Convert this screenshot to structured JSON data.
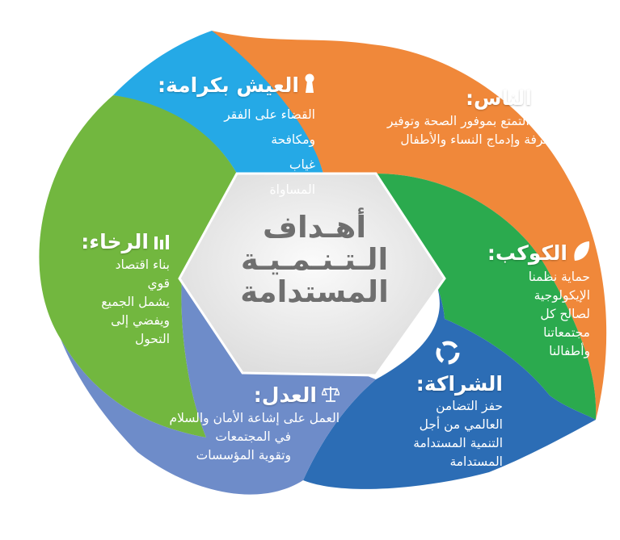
{
  "colors": {
    "people": "#F0883A",
    "planet": "#2BAA4E",
    "partnership": "#2C6DB5",
    "justice": "#6E8CC9",
    "prosperity": "#72B73F",
    "dignity": "#25A9E6",
    "center": "#e9e9e9"
  },
  "center_title": [
    "أهـداف",
    "الـتـنـمـيـة",
    "المستدامة"
  ],
  "segments": {
    "people": {
      "title": "الناس:",
      "icon": "people-icon",
      "lines": [
        "ضمان التمتع بموفور الصحة وتوفير",
        "المعرفة وإدماج النساء والأطفال"
      ]
    },
    "planet": {
      "title": "الكوكب:",
      "icon": "leaf-icon",
      "lines": [
        "حماية نظمنا",
        "الإيكولوجية",
        "لصالح كل",
        "مجتمعاتنا",
        "وأطفالنا"
      ]
    },
    "partnership": {
      "title": "الشراكة:",
      "icon": "recycle-icon",
      "lines": [
        "حفز التضامن",
        "العالمي من أجل",
        "التنمية المستدامة",
        "المستدامة"
      ]
    },
    "justice": {
      "title": "العدل:",
      "icon": "scales-icon",
      "lines": [
        "العمل على إشاعة الأمان والسلام",
        "في المجتمعات",
        "وتقوية المؤسسات"
      ]
    },
    "prosperity": {
      "title": "الرخاء:",
      "icon": "bar-chart-icon",
      "lines": [
        "بناء اقتصاد",
        "قوي",
        "يشمل الجميع",
        "ويفضي إلى",
        "التحول"
      ]
    },
    "dignity": {
      "title": "العيش بكرامة:",
      "icon": "keyhole-icon",
      "lines": [
        "القضاء على الفقر",
        "ومكافحة",
        "غياب",
        "المساواة"
      ]
    }
  }
}
